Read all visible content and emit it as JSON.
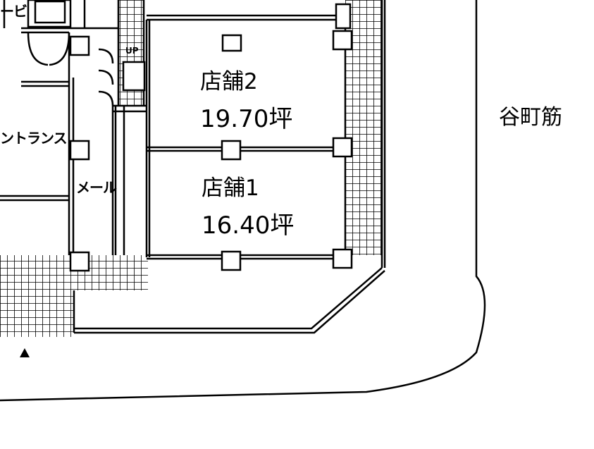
{
  "labels": {
    "top_left_fragment": "ービ",
    "entrance": "ントランス",
    "mail": "メール",
    "up": "UP",
    "street": "谷町筋"
  },
  "shops": [
    {
      "name": "店舗2",
      "area": "19.70坪"
    },
    {
      "name": "店舗1",
      "area": "16.40坪"
    }
  ],
  "colors": {
    "line": "#000000",
    "background": "#ffffff"
  }
}
